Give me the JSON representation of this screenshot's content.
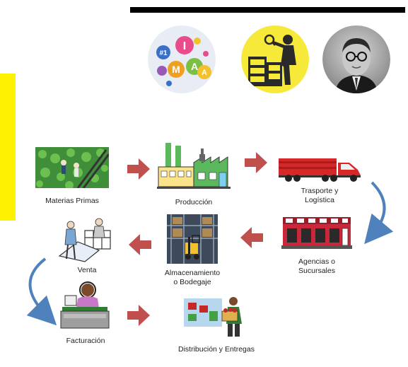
{
  "header": {
    "logo_letters": [
      "M",
      "I",
      "A",
      "A"
    ],
    "logo_badge": "#1",
    "bar_color": "#000000",
    "side_bar_color": "#fff200"
  },
  "flow": {
    "steps": [
      {
        "id": "materias",
        "label": "Materias Primas"
      },
      {
        "id": "produccion",
        "label": "Producción"
      },
      {
        "id": "transporte",
        "label": "Trasporte y\nLogística"
      },
      {
        "id": "agencias",
        "label": "Agencias o\nSucursales"
      },
      {
        "id": "almacen",
        "label": "Almacenamiento\no Bodegaje"
      },
      {
        "id": "venta",
        "label": "Venta"
      },
      {
        "id": "facturacion",
        "label": "Facturación"
      },
      {
        "id": "distribucion",
        "label": "Distribución y Entregas"
      }
    ],
    "arrow_color": "#c0504d",
    "curve_color": "#4f81bd"
  }
}
